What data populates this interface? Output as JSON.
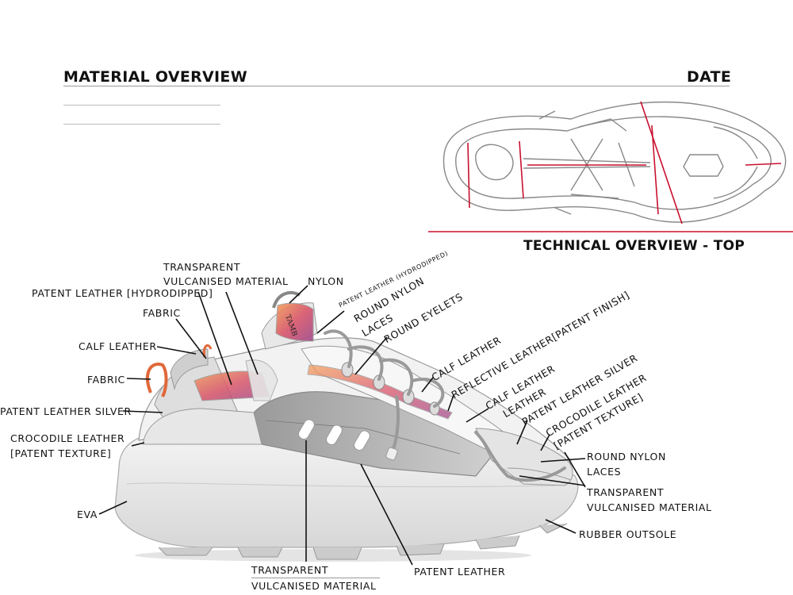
{
  "header": {
    "title": "MATERIAL OVERVIEW",
    "date_label": "DATE",
    "technical_overview": "TECHNICAL OVERVIEW - TOP"
  },
  "colors": {
    "accent_red": "#c8102e",
    "hologram_orange": "#e0683a",
    "ink": "#111111"
  },
  "callouts": {
    "transparent_vulcanised_top_1": "TRANSPARENT",
    "transparent_vulcanised_top_2": "VULCANISED MATERIAL",
    "nylon": "NYLON",
    "patent_hydro_left": "PATENT LEATHER [HYDRODIPPED]",
    "fabric_top": "FABRIC",
    "calf_leather_left": "CALF LEATHER",
    "fabric_loop": "FABRIC",
    "patent_silver_left": "PATENT LEATHER SILVER",
    "croc_left_1": "CROCODILE LEATHER",
    "croc_left_2": "[PATENT TEXTURE]",
    "eva": "EVA",
    "patent_hydro_small": "PATENT LEATHER (HYDRODIPPED)",
    "round_nylon_1": "ROUND NYLON",
    "round_nylon_2": "LACES",
    "round_eyelets": "ROUND EYELETS",
    "reflective": "REFLECTIVE LEATHER[PATENT FINISH]",
    "calf_leather_mid": "CALF LEATHER",
    "calf_leather_right_1": "CALF LEATHER",
    "calf_leather_right_2": "LEATHER",
    "patent_silver_right": "PATENT LEATHER SILVER",
    "croc_right_1": "CROCODILE LEATHER",
    "croc_right_2": "[PATENT TEXTURE]",
    "round_nylon_right_1": "ROUND NYLON",
    "round_nylon_right_2": "LACES",
    "transparent_right_1": "TRANSPARENT",
    "transparent_right_2": "VULCANISED MATERIAL",
    "rubber_outsole": "RUBBER OUTSOLE",
    "transparent_bottom_1": "TRANSPARENT",
    "transparent_bottom_2": "VULCANISED MATERIAL",
    "patent_leather_bottom": "PATENT LEATHER"
  },
  "shoe_logo": "TAMB"
}
